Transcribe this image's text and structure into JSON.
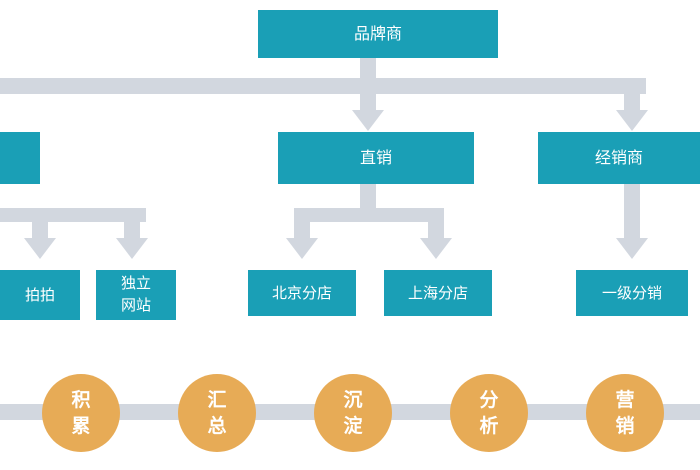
{
  "diagram": {
    "root": "品牌商",
    "level2": {
      "left": "",
      "middle": "直销",
      "right": "经销商"
    },
    "level3": {
      "paipai": "拍拍",
      "independent_site_line1": "独立",
      "independent_site_line2": "网站",
      "beijing": "北京分店",
      "shanghai": "上海分店",
      "first_distributor": "一级分销"
    },
    "process": [
      {
        "line1": "积",
        "line2": "累"
      },
      {
        "line1": "汇",
        "line2": "总"
      },
      {
        "line1": "沉",
        "line2": "淀"
      },
      {
        "line1": "分",
        "line2": "析"
      },
      {
        "line1": "营",
        "line2": "销"
      }
    ],
    "colors": {
      "box": "#1a9fb6",
      "connector": "#d2d7df",
      "circle": "#e7ab56"
    }
  }
}
